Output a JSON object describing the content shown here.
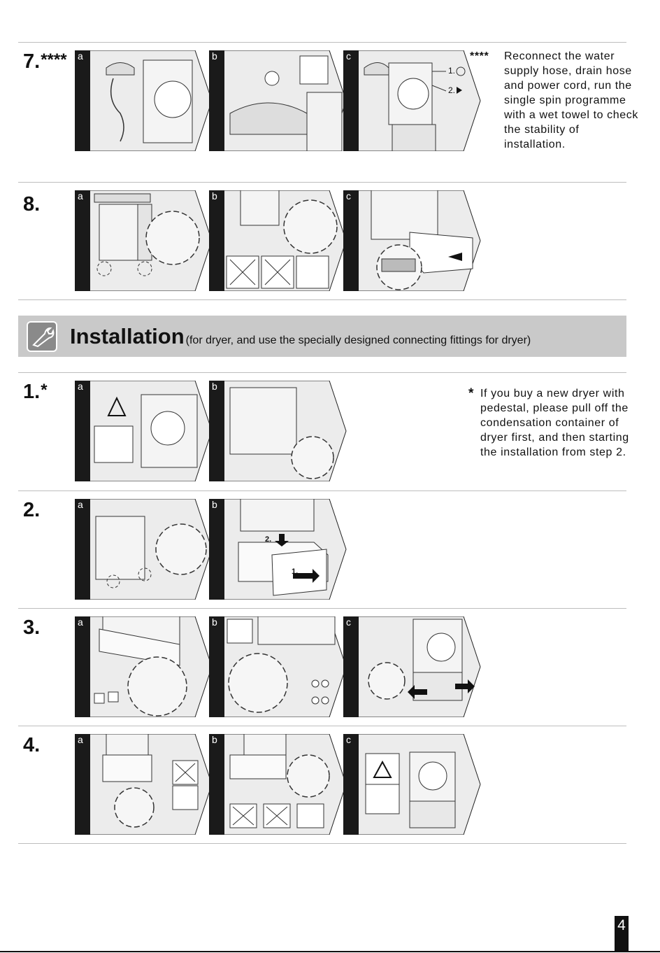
{
  "banner": {
    "title": "Installation",
    "subtitle": "(for dryer, and use the specially designed connecting fittings for dryer)",
    "icon": "wrench-screwdriver-icon"
  },
  "steps_top": [
    {
      "num": "7.",
      "stars": "****",
      "panels": [
        "a",
        "b",
        "c"
      ],
      "callouts": {
        "one": "1.",
        "two": "2."
      }
    },
    {
      "num": "8.",
      "stars": "",
      "panels": [
        "a",
        "b",
        "c"
      ]
    }
  ],
  "steps_install": [
    {
      "num": "1.",
      "stars": "*",
      "panels": [
        "a",
        "b"
      ]
    },
    {
      "num": "2.",
      "stars": "",
      "panels": [
        "a",
        "b"
      ],
      "callouts": {
        "one": "1.",
        "two": "2."
      }
    },
    {
      "num": "3.",
      "stars": "",
      "panels": [
        "a",
        "b",
        "c"
      ]
    },
    {
      "num": "4.",
      "stars": "",
      "panels": [
        "a",
        "b",
        "c"
      ]
    }
  ],
  "notes": {
    "step7": {
      "mark": "****",
      "text": "Reconnect the water supply hose, drain hose and power cord, run the single spin programme with a wet towel to check the stability of installation."
    },
    "step1": {
      "mark": "*",
      "text": "If you buy a new dryer with pedestal, please pull off the condensation container of dryer first, and then starting the installation from step 2."
    }
  },
  "page_number": "4",
  "colors": {
    "panel_strip": "#1a1a1a",
    "panel_bg": "#ebebeb",
    "banner_bg": "#c9c9c9",
    "rule": "#bdbdbd"
  }
}
